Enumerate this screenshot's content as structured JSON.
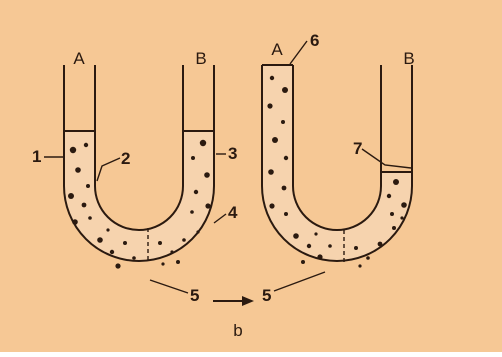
{
  "colors": {
    "background": "#f6c895",
    "stroke": "#2b1a10",
    "liquid_fill": "#f6d3ae",
    "particle": "#2b1a10"
  },
  "labels": {
    "left_tube_opening_a": "A",
    "left_tube_opening_b": "B",
    "right_tube_opening_a": "A",
    "right_tube_opening_b": "B",
    "callout_1": "1",
    "callout_2": "2",
    "callout_3": "3",
    "callout_4": "4",
    "callout_5_left": "5",
    "callout_5_right": "5",
    "callout_6": "6",
    "callout_7": "7",
    "caption": "b"
  },
  "icons": {
    "transition_arrow": "right-arrow-icon"
  }
}
